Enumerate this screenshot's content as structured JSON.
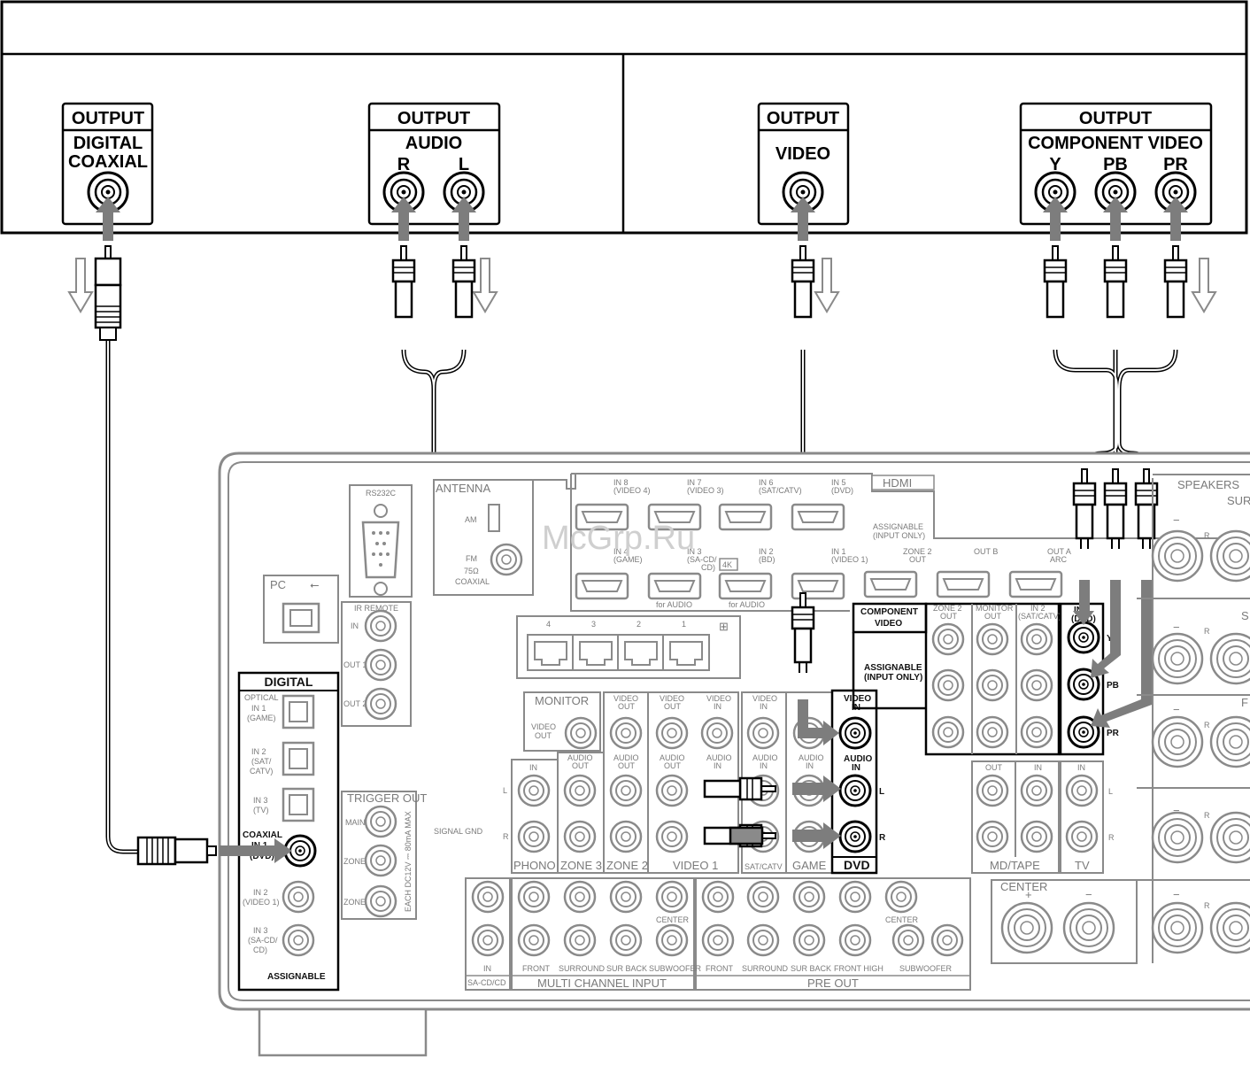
{
  "source_device": {
    "jacks": {
      "digital": [
        "OUTPUT",
        "DIGITAL",
        "COAXIAL"
      ],
      "audio": [
        "OUTPUT",
        "AUDIO",
        "R",
        "L"
      ],
      "video": [
        "OUTPUT",
        "VIDEO"
      ],
      "component": [
        "OUTPUT",
        "COMPONENT VIDEO",
        "Y",
        "PB",
        "PR"
      ]
    }
  },
  "watermark": "McGrp.Ru",
  "receiver": {
    "antenna": [
      "ANTENNA",
      "AM",
      "FM",
      "75Ω",
      "COAXIAL"
    ],
    "rs232c": "RS232C",
    "pc": "PC",
    "ir_remote": [
      "IR REMOTE",
      "IN",
      "OUT 1",
      "OUT 2"
    ],
    "hdmi": {
      "title": "HDMI",
      "inputs_top": [
        "IN 8",
        "(VIDEO 4)",
        "IN 7",
        "(VIDEO 3)",
        "IN 6",
        "(SAT/CATV)",
        "IN 5",
        "(DVD)"
      ],
      "inputs_bottom": [
        "IN 4",
        "(GAME)",
        "IN 3",
        "(SA-CD/",
        "CD)",
        "IN 2",
        "(BD)",
        "IN 1",
        "(VIDEO 1)"
      ],
      "assignable": [
        "ASSIGNABLE",
        "(INPUT ONLY)"
      ],
      "outputs": [
        "ZONE 2",
        "OUT",
        "OUT B",
        "OUT A",
        "ARC"
      ],
      "for_audio": "for AUDIO",
      "badge_4k": "4K"
    },
    "lan": [
      "4",
      "3",
      "2",
      "1"
    ],
    "digital": [
      "DIGITAL",
      "OPTICAL",
      "IN 1",
      "(GAME)",
      "IN 2",
      "(SAT/",
      "CATV)",
      "IN 3",
      "(TV)",
      "COAXIAL",
      "IN 1",
      "(DVD)",
      "IN 2",
      "(VIDEO 1)",
      "IN 3",
      "(SA-CD/",
      "CD)",
      "ASSIGNABLE"
    ],
    "trigger": [
      "TRIGGER OUT",
      "MAIN",
      "ZONE 2",
      "ZONE 3",
      "EACH DC12V ⎓ 80mA MAX"
    ],
    "monitor": [
      "MONITOR",
      "VIDEO",
      "OUT"
    ],
    "av_labels": [
      "VIDEO",
      "OUT",
      "VIDEO",
      "OUT",
      "VIDEO",
      "IN",
      "VIDEO",
      "IN",
      "AUDIO",
      "OUT",
      "AUDIO",
      "OUT",
      "AUDIO",
      "OUT",
      "AUDIO",
      "IN",
      "AUDIO",
      "IN",
      "AUDIO",
      "IN",
      "IN",
      "L",
      "R",
      "SIGNAL GND"
    ],
    "group_names": [
      "PHONO",
      "ZONE 3",
      "ZONE 2",
      "VIDEO 1",
      "SAT/CATV",
      "GAME",
      "DVD"
    ],
    "dvd_block": [
      "VIDEO",
      "IN",
      "AUDIO",
      "IN",
      "L",
      "R"
    ],
    "component": [
      "COMPONENT",
      "VIDEO",
      "ZONE 2",
      "OUT",
      "MONITOR",
      "OUT",
      "IN 2",
      "(SAT/CATV)",
      "IN 1",
      "(DVD)",
      "ASSIGNABLE",
      "(INPUT ONLY)",
      "Y",
      "PB",
      "PR"
    ],
    "md_tv": [
      "OUT",
      "IN",
      "IN",
      "MD/TAPE",
      "TV",
      "L",
      "R"
    ],
    "speakers": [
      "SPEAKERS",
      "SUR",
      "S",
      "F",
      "CENTER",
      "+",
      "−",
      "R"
    ],
    "multi": [
      "SA-CD/CD",
      "IN",
      "MULTI CHANNEL INPUT",
      "FRONT",
      "SURROUND",
      "SUR BACK",
      "SUBWOOFER",
      "CENTER"
    ],
    "preout": [
      "PRE OUT",
      "FRONT",
      "SURROUND",
      "SUR BACK",
      "FRONT HIGH",
      "SUBWOOFER",
      "CENTER"
    ]
  },
  "colors": {
    "line": "#000000",
    "panel": "#8a8a8a",
    "arrow": "#7d7d7d",
    "cable": "#000000"
  }
}
